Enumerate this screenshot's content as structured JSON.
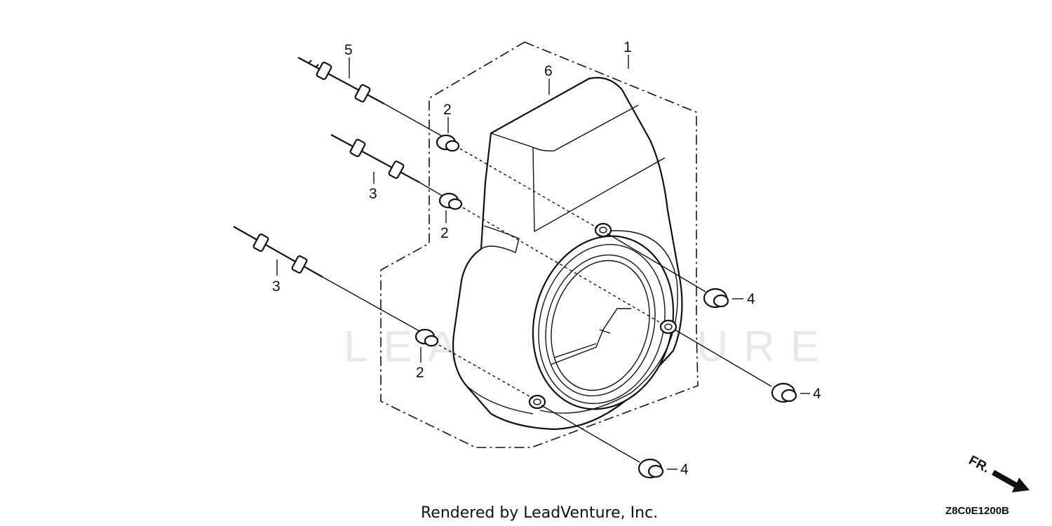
{
  "diagram": {
    "callouts": {
      "c1": "1",
      "c2a": "2",
      "c2b": "2",
      "c2c": "2",
      "c3a": "3",
      "c3b": "3",
      "c4a": "4",
      "c4b": "4",
      "c4c": "4",
      "c5": "5",
      "c6": "6"
    },
    "watermark": "LEADVENTURE",
    "direction_label": "FR.",
    "diagram_code": "Z8C0E1200B",
    "footer": "Rendered by LeadVenture, Inc."
  }
}
